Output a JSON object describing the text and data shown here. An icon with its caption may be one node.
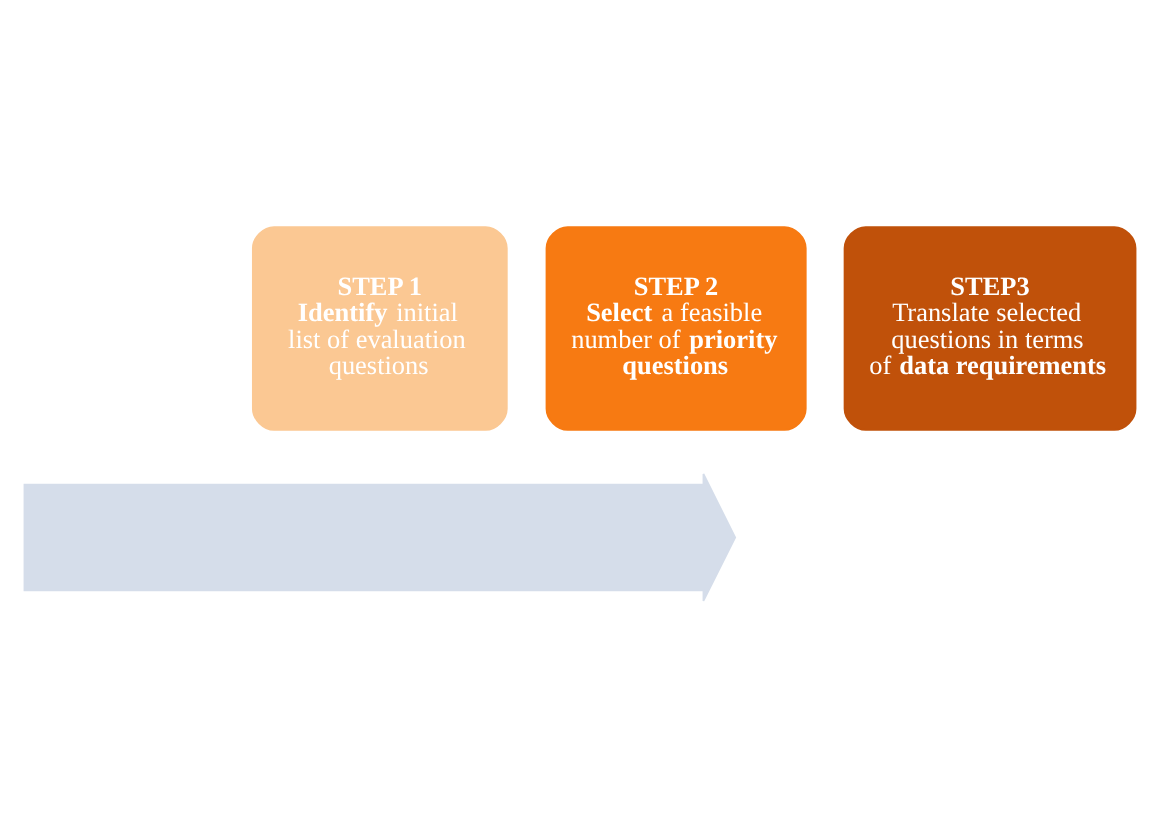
{
  "diagram": {
    "nodes": [
      {
        "text": [],
        "shape": "arrow"
      },
      {
        "text": [
          "STEP 1",
          "**Identify** initial list of evaluation questions"
        ]
      },
      {
        "text": [
          "STEP 2",
          "**Select** a feasible number of **priority questions**"
        ]
      },
      {
        "text": [
          "STEP3",
          "Translate selected questions in terms of **data requirements**"
        ]
      }
    ],
    "edges": []
  }
}
